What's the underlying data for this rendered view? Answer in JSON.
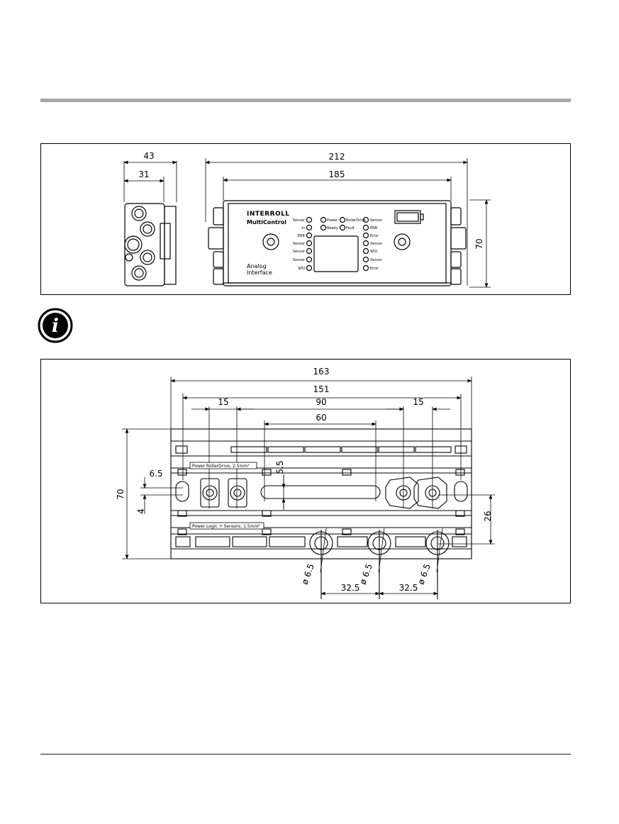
{
  "figure_top": {
    "side_view": {
      "depth_total": "43",
      "depth_body": "31"
    },
    "front_view": {
      "width_total": "212",
      "width_body": "185",
      "height": "70",
      "brand": "INTERROLL",
      "product": "MultiControl",
      "product_line1": "Analog",
      "product_line2": "Interface",
      "led_labels_left": [
        "Sensor",
        "In",
        "ERR",
        "Sensor",
        "Sensor",
        "Sensor",
        "SPD"
      ],
      "led_labels_mid": [
        "Power",
        "Ready",
        "RollerDrive",
        "Fault"
      ],
      "led_labels_right": [
        "Sensor",
        "ERR",
        "Error",
        "Sensor",
        "SPD",
        "Sensor",
        "Error"
      ]
    }
  },
  "info_icon": {
    "icon": "info-icon",
    "glyph": "i"
  },
  "figure_bottom": {
    "dim_163": "163",
    "dim_151": "151",
    "dim_15_left": "15",
    "dim_90": "90",
    "dim_15_right": "15",
    "dim_60": "60",
    "dim_70": "70",
    "dim_6_5": "6.5",
    "dim_5_5": "5.5",
    "dim_4": "4",
    "dim_26": "26",
    "hole_1": "ø 6.5",
    "hole_2": "ø 6.5",
    "hole_3": "ø 6.5",
    "pitch_left": "32.5",
    "pitch_right": "32.5",
    "label_power_rollerdrive": "Power RollerDrive, 2.5mm²",
    "label_power_logic": "Power Logic + Sensors, 1.5mm²"
  }
}
